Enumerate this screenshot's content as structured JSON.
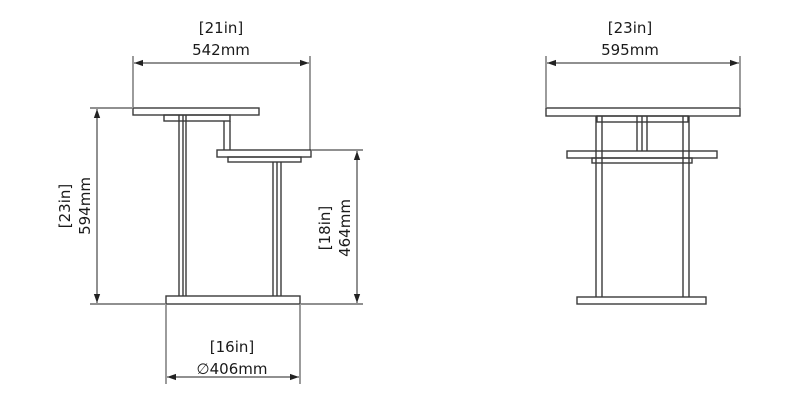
{
  "side_view": {
    "top_width": {
      "imperial": "[21in]",
      "metric": "542mm"
    },
    "overall_height": {
      "imperial": "[23in]",
      "metric": "594mm"
    },
    "lower_height": {
      "imperial": "[18in]",
      "metric": "464mm"
    },
    "base_diameter": {
      "imperial": "[16in]",
      "metric": "406mm",
      "symbol": "∅"
    }
  },
  "front_view": {
    "top_width": {
      "imperial": "[23in]",
      "metric": "595mm"
    }
  }
}
